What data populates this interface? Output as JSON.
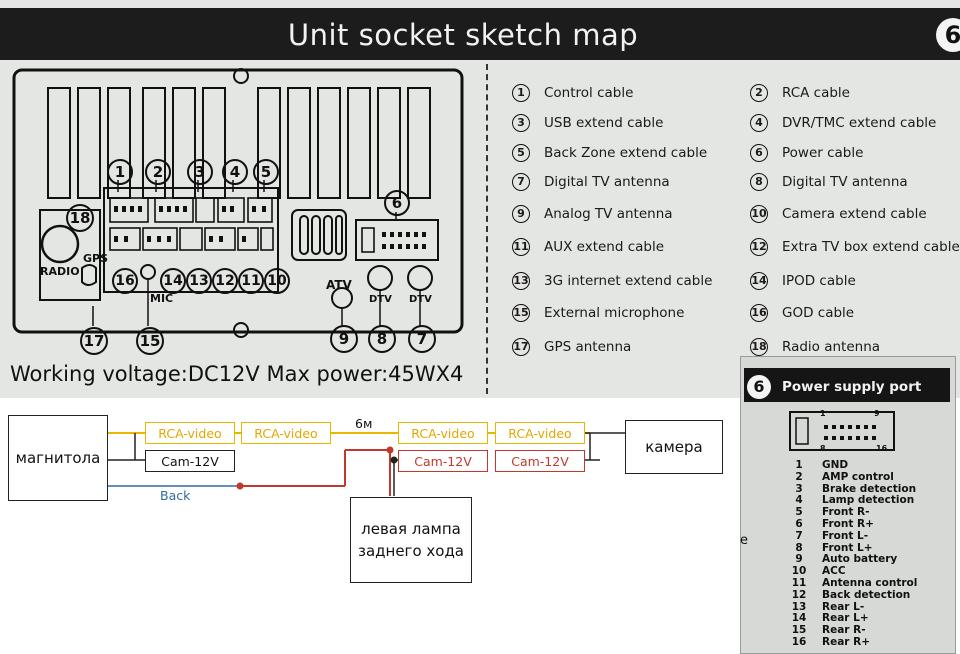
{
  "header": {
    "title": "Unit socket sketch map",
    "section_number": "6"
  },
  "legend": [
    {
      "num": "1",
      "label": "Control cable"
    },
    {
      "num": "2",
      "label": "RCA cable"
    },
    {
      "num": "3",
      "label": "USB extend cable"
    },
    {
      "num": "4",
      "label": "DVR/TMC extend cable"
    },
    {
      "num": "5",
      "label": "Back Zone extend cable"
    },
    {
      "num": "6",
      "label": "Power cable"
    },
    {
      "num": "7",
      "label": "Digital TV antenna"
    },
    {
      "num": "8",
      "label": "Digital TV antenna"
    },
    {
      "num": "9",
      "label": "Analog TV antenna"
    },
    {
      "num": "10",
      "label": "Camera extend cable"
    },
    {
      "num": "11",
      "label": "AUX extend cable"
    },
    {
      "num": "12",
      "label": "Extra TV box extend cable"
    },
    {
      "num": "13",
      "label": "3G internet extend cable"
    },
    {
      "num": "14",
      "label": "IPOD cable"
    },
    {
      "num": "15",
      "label": "External microphone"
    },
    {
      "num": "16",
      "label": "GOD cable"
    },
    {
      "num": "17",
      "label": "GPS antenna"
    },
    {
      "num": "18",
      "label": "Radio antenna"
    }
  ],
  "socket": {
    "top_numbers": [
      "1",
      "2",
      "3",
      "4",
      "5"
    ],
    "bottom_numbers": [
      "16",
      "14",
      "13",
      "12",
      "11",
      "10"
    ],
    "port6": "6",
    "n18": "18",
    "n17": "17",
    "n15": "15",
    "n9": "9",
    "n8": "8",
    "n7": "7",
    "labels": {
      "radio": "RADIO",
      "gps": "GPS",
      "mic": "MIC",
      "atv": "ATV",
      "dtv1": "DTV",
      "dtv2": "DTV"
    }
  },
  "footer": {
    "spec": "Working voltage:DC12V  Max power:45WX4"
  },
  "wiring": {
    "head_unit": "магнитола",
    "camera": "камера",
    "lamp": "левая лампа заднего хода",
    "distance": "6м",
    "back": "Back",
    "rca1": "RCA-video",
    "rca2": "RCA-video",
    "rca3": "RCA-video",
    "rca4": "RCA-video",
    "cam1": "Cam-12V",
    "cam2": "Cam-12V",
    "cam3": "Cam-12V",
    "colors": {
      "video": "#e6b800",
      "power": "#c0392b",
      "back": "#2d6da3",
      "wire": "#222222"
    }
  },
  "power_port": {
    "number": "6",
    "title": "Power supply port",
    "plug_pins": [
      "1",
      "9",
      "8",
      "16"
    ],
    "pins": [
      {
        "n": "1",
        "label": "GND"
      },
      {
        "n": "2",
        "label": "AMP control"
      },
      {
        "n": "3",
        "label": "Brake detection"
      },
      {
        "n": "4",
        "label": "Lamp detection"
      },
      {
        "n": "5",
        "label": "Front R-"
      },
      {
        "n": "6",
        "label": "Front R+"
      },
      {
        "n": "7",
        "label": "Front L-"
      },
      {
        "n": "8",
        "label": "Front L+"
      },
      {
        "n": "9",
        "label": "Auto battery"
      },
      {
        "n": "10",
        "label": "ACC"
      },
      {
        "n": "11",
        "label": "Antenna control"
      },
      {
        "n": "12",
        "label": "Back detection"
      },
      {
        "n": "13",
        "label": "Rear L-"
      },
      {
        "n": "14",
        "label": "Rear L+"
      },
      {
        "n": "15",
        "label": "Rear R-"
      },
      {
        "n": "16",
        "label": "Rear R+"
      }
    ],
    "stray_char": "e"
  }
}
